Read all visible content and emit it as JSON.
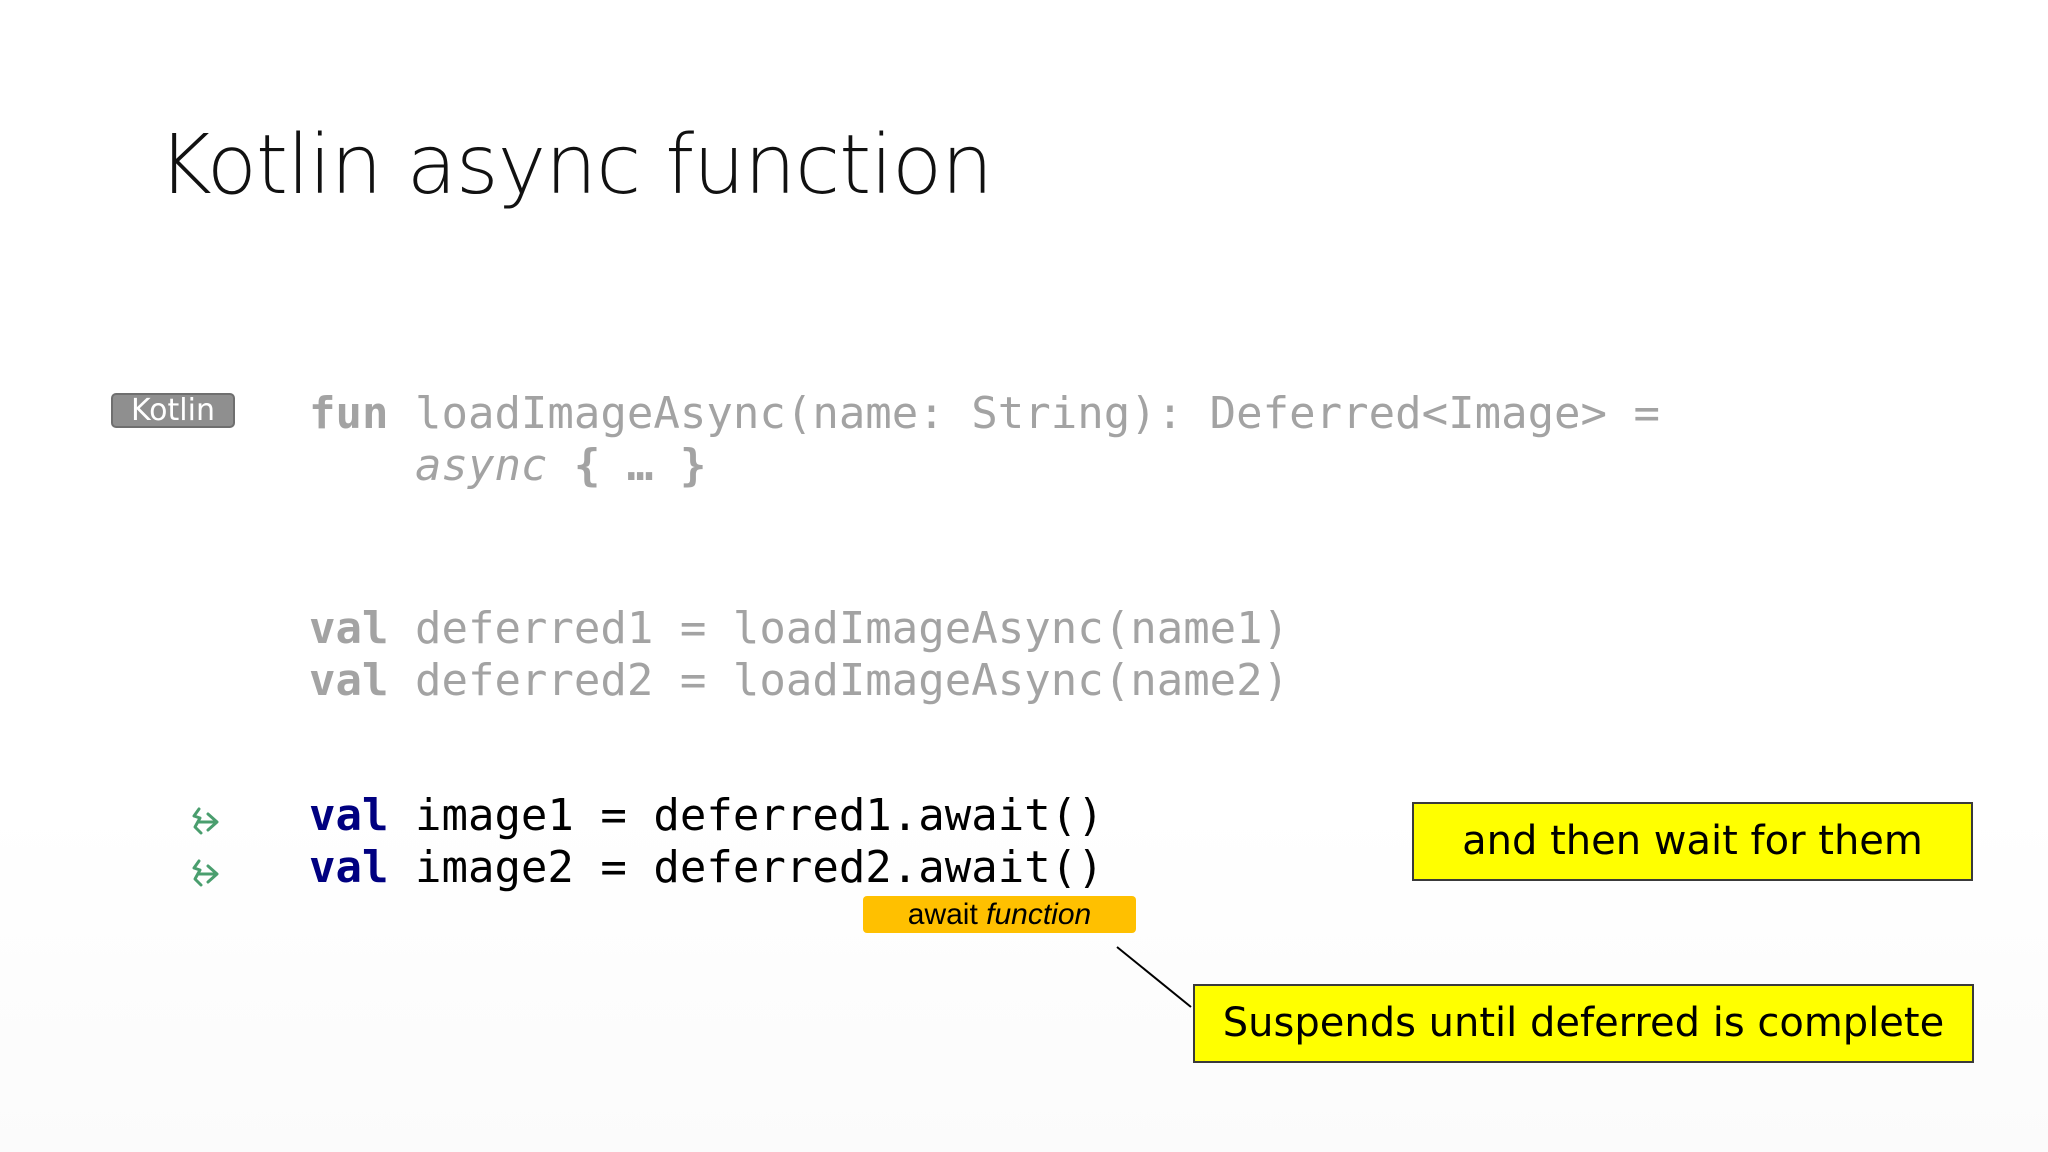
{
  "slide": {
    "title": "Kotlin async function",
    "language_badge": "Kotlin"
  },
  "code": {
    "declaration": {
      "line1": {
        "keyword": "fun",
        "rest": " loadImageAsync(name: String): Deferred<Image> ="
      },
      "line2": {
        "indent": "    ",
        "builder": "async",
        "space": " ",
        "open": "{",
        "ellipsis": " … ",
        "close": "}"
      }
    },
    "deferreds": [
      {
        "keyword": "val",
        "rest": " deferred1 = loadImageAsync(name1)"
      },
      {
        "keyword": "val",
        "rest": " deferred2 = loadImageAsync(name2)"
      }
    ],
    "awaits": [
      {
        "keyword": "val",
        "rest": " image1 = deferred1.await()"
      },
      {
        "keyword": "val",
        "rest": " image2 = deferred2.await()"
      }
    ]
  },
  "annotations": {
    "await_tag": {
      "prefix": "await ",
      "italic": "function"
    },
    "callout_wait": "and then wait for them",
    "callout_suspends": "Suspends until deferred is complete"
  },
  "colors": {
    "keyword_active": "#000080",
    "dimmed_code": "#a3a3a3",
    "callout_fill": "#ffff00",
    "await_tag_fill": "#ffc000",
    "suspend_icon": "#4a9e6e"
  },
  "icons": {
    "gutter": "suspend-call-icon"
  }
}
